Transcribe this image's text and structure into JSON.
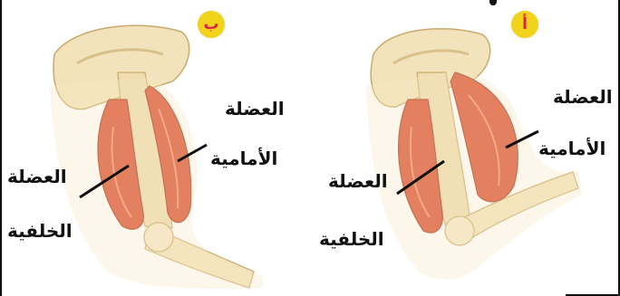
{
  "figures": [
    {
      "id": "b",
      "badge": "ب",
      "front_muscle": [
        "العضلة",
        "الأمامية"
      ],
      "back_muscle": [
        "العضلة",
        "الخلفية"
      ]
    },
    {
      "id": "a",
      "badge": "أ",
      "front_muscle": [
        "العضلة",
        "الأمامية"
      ],
      "back_muscle": [
        "العضلة",
        "الخلفية"
      ]
    }
  ],
  "colors": {
    "bone": "#f3e3bd",
    "bone_shadow": "#d9bf8a",
    "muscle": "#d9492a",
    "muscle_dark": "#a8321b",
    "badge": "#f2d31c",
    "badge_text": "#d6244a",
    "pointer": "#111111"
  }
}
